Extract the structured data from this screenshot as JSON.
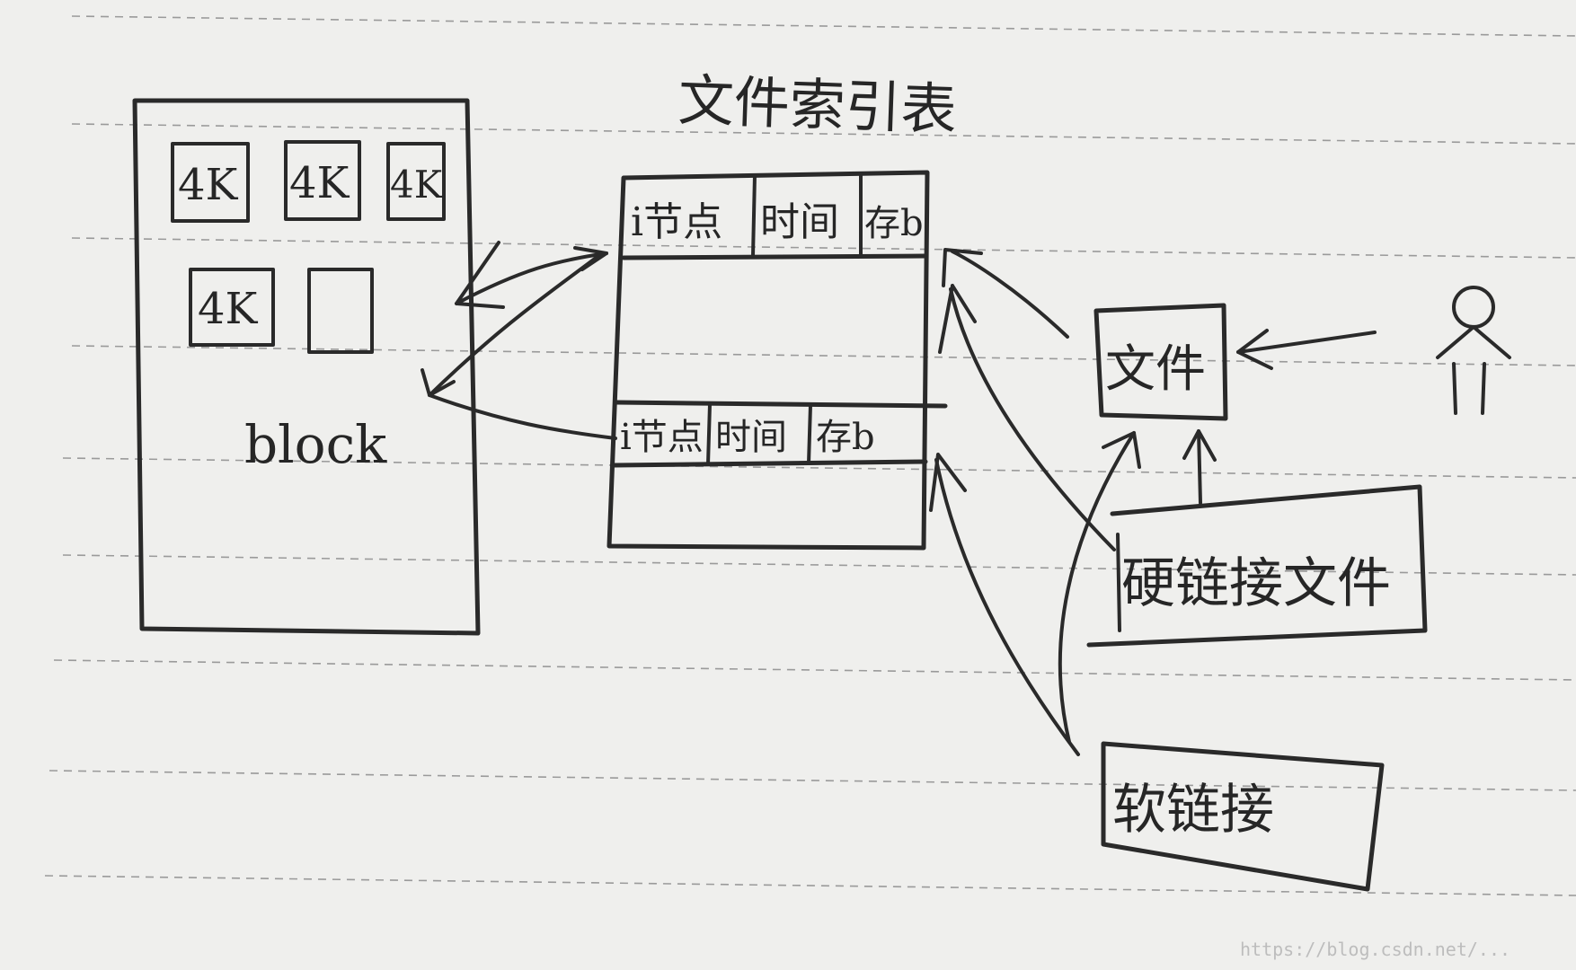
{
  "title": "文件索引表",
  "block_area": {
    "cells": [
      "4K",
      "4K",
      "4K",
      "4K",
      ""
    ],
    "label": "block"
  },
  "index_table": {
    "rows": [
      [
        "i节点",
        "时间",
        "存b"
      ],
      [
        "i节点",
        "时间",
        "存b"
      ]
    ]
  },
  "file_box": "文件",
  "hard_link_box": "硬链接文件",
  "soft_link_box": "软链接",
  "user_icon": "person-icon",
  "watermark": "https://blog.csdn.net/...",
  "colors": {
    "paper": "#efefed",
    "ink": "#2a2a2a",
    "rule": "#9a9a9a"
  }
}
